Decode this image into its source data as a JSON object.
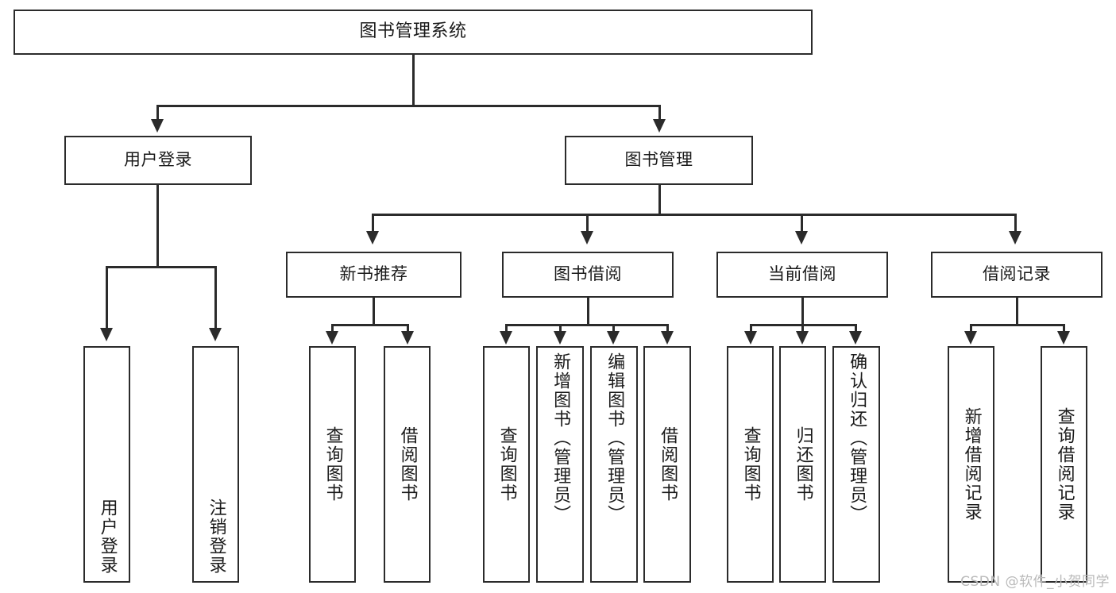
{
  "diagram": {
    "title": "图书管理系统",
    "type": "tree",
    "root": {
      "label": "图书管理系统"
    },
    "level2": [
      {
        "label": "用户登录"
      },
      {
        "label": "图书管理"
      }
    ],
    "level3": [
      {
        "label": "新书推荐"
      },
      {
        "label": "图书借阅"
      },
      {
        "label": "当前借阅"
      },
      {
        "label": "借阅记录"
      }
    ],
    "leaves": {
      "user_login": [
        {
          "label": "用户登录"
        },
        {
          "label": "注销登录"
        }
      ],
      "new_recommend": [
        {
          "label": "查询图书"
        },
        {
          "label": "借阅图书"
        }
      ],
      "book_borrow": [
        {
          "label": "查询图书"
        },
        {
          "label": "新增图书（管理员）"
        },
        {
          "label": "编辑图书（管理员）"
        },
        {
          "label": "借阅图书"
        }
      ],
      "current_borrow": [
        {
          "label": "查询图书"
        },
        {
          "label": "归还图书"
        },
        {
          "label": "确认归还（管理员）"
        }
      ],
      "borrow_records": [
        {
          "label": "新增借阅记录"
        },
        {
          "label": "查询借阅记录"
        }
      ]
    }
  },
  "watermark": {
    "text": "CSDN @软件_小贺同学"
  },
  "colors": {
    "stroke": "#2b2b2b",
    "text": "#1a1a1a",
    "background": "#ffffff",
    "watermark": "#b9b9b9"
  }
}
